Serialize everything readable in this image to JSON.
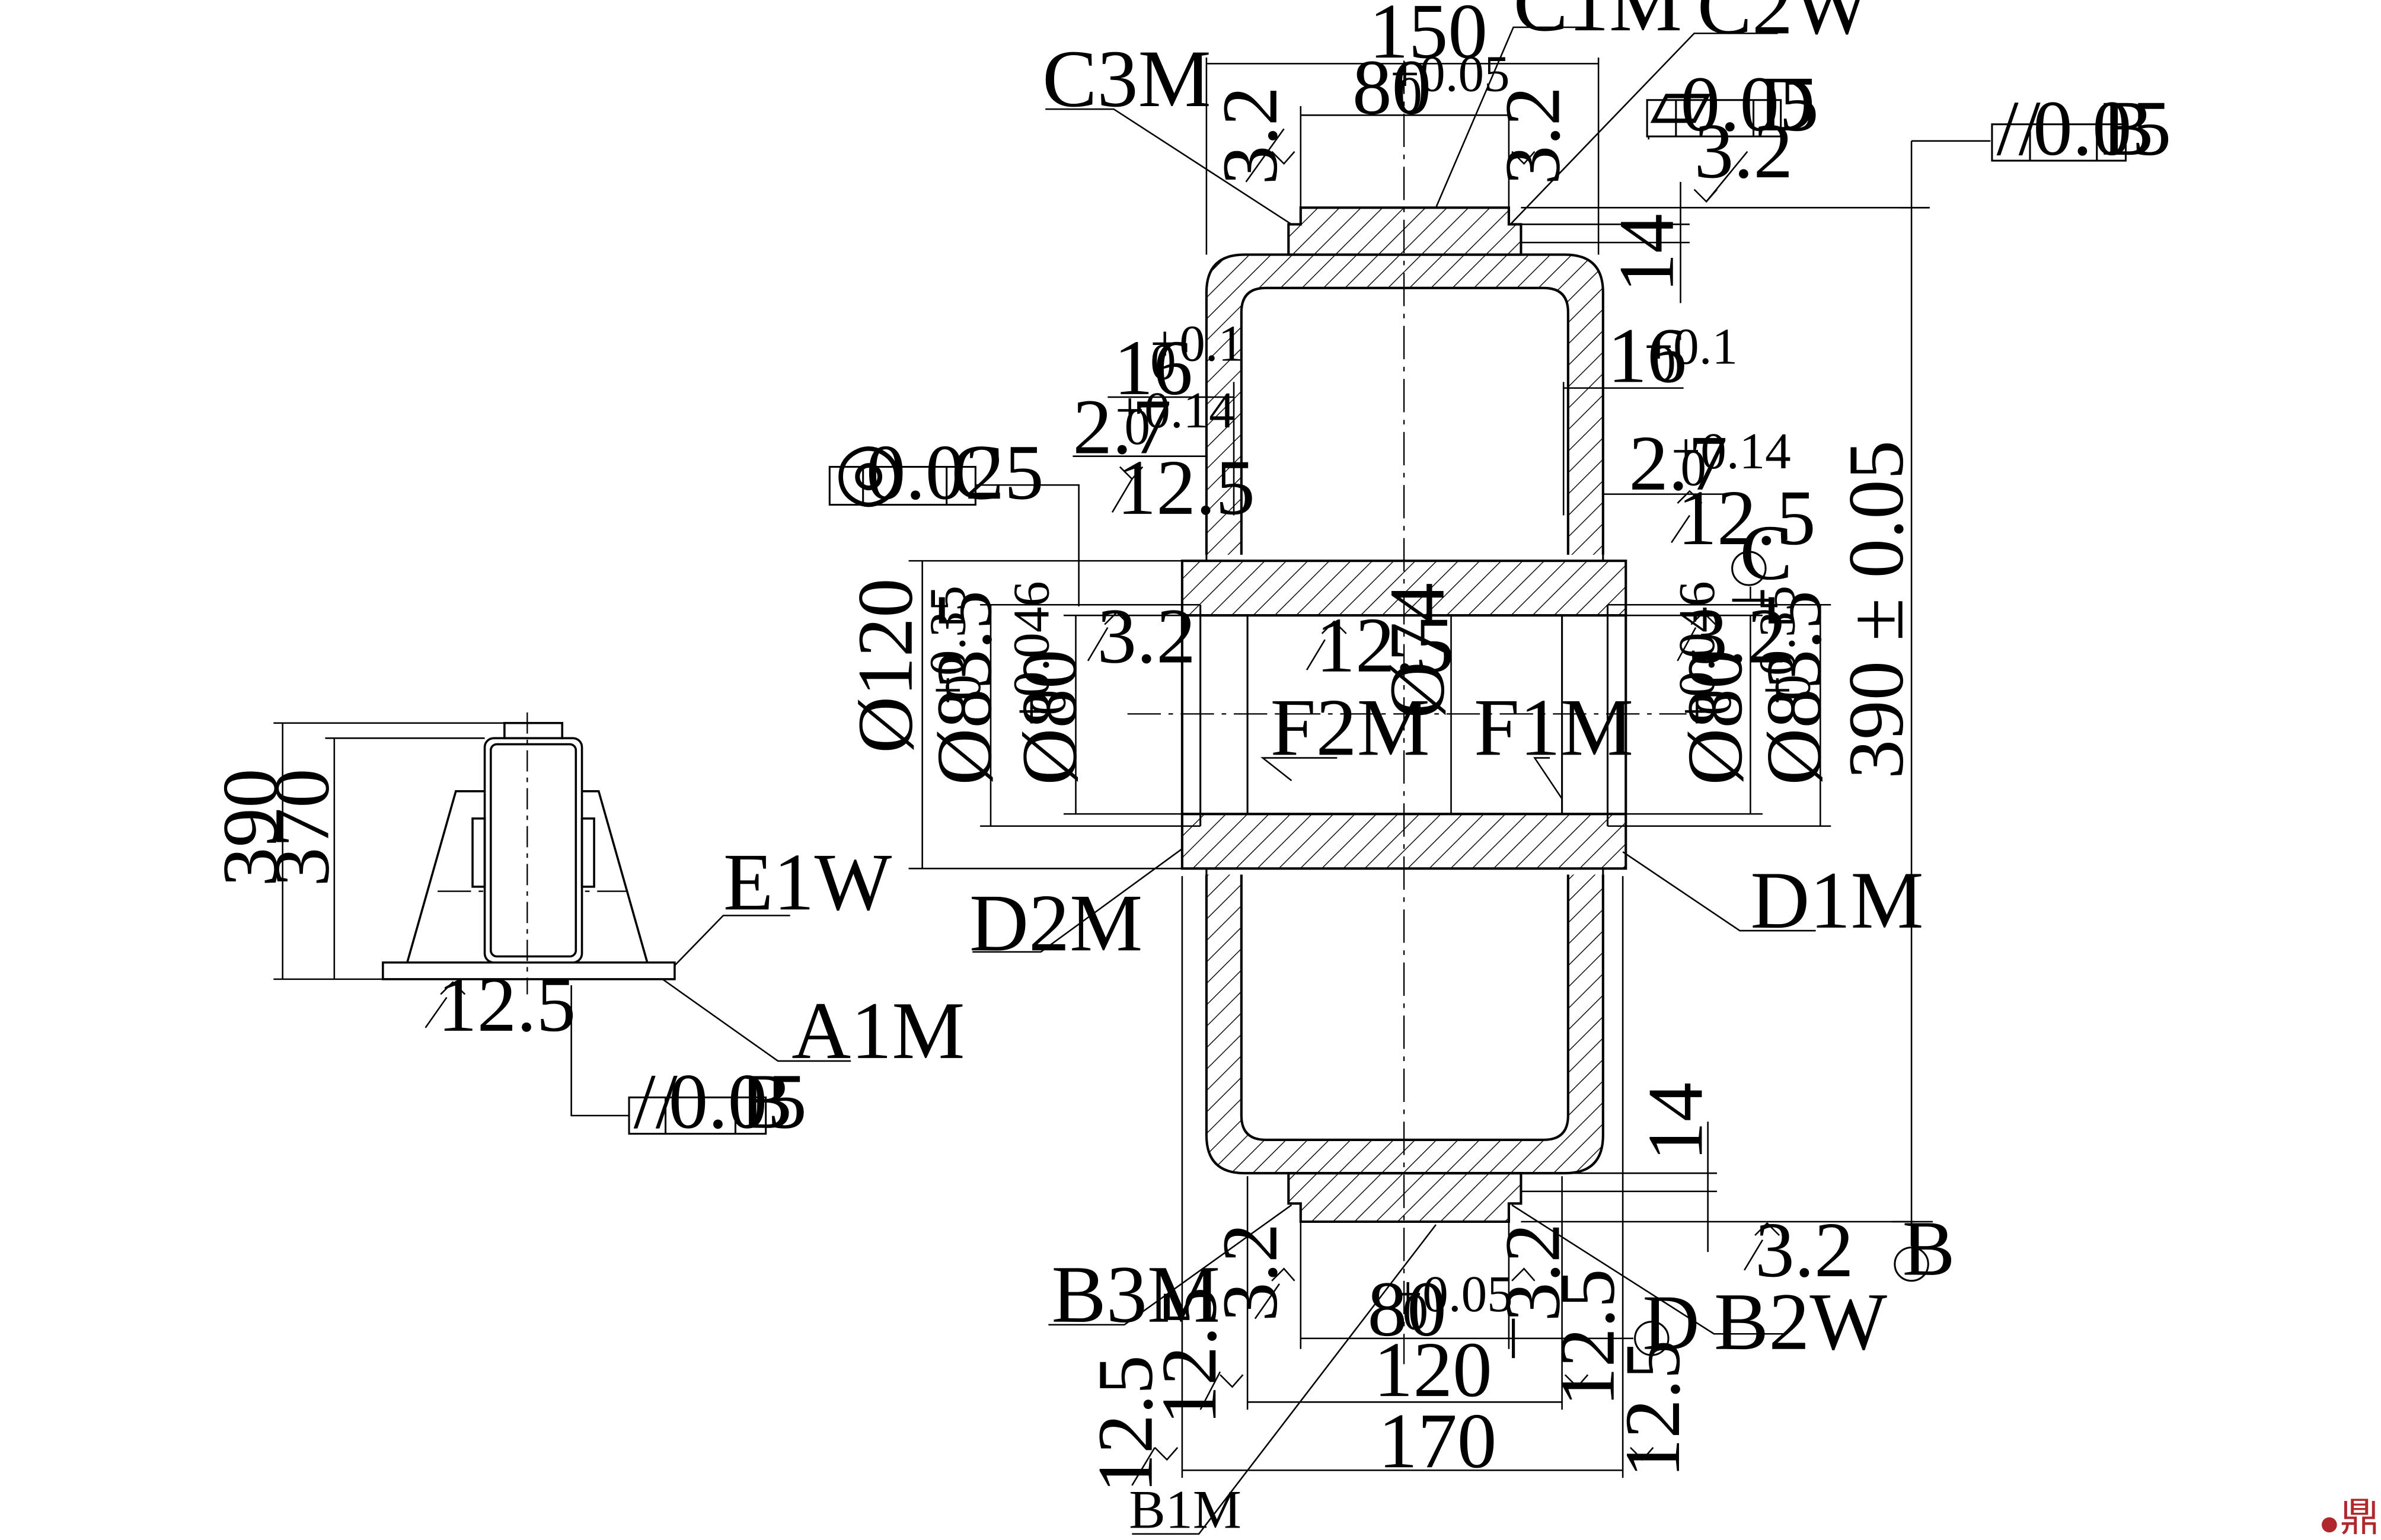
{
  "labels": {
    "c1m": "C1M",
    "c2w": "C2W",
    "c3m": "C3M",
    "b1m": "B1M",
    "b2w": "B2W",
    "b3m": "B3M",
    "d1m": "D1M",
    "d2m": "D2M",
    "f1m": "F1M",
    "f2m": "F2M",
    "e1w": "E1W",
    "a1m": "A1M"
  },
  "dimensions": {
    "width_150": "150",
    "bore_80_top": "80",
    "bore_80_top_sup": "+0.05",
    "bore_80_top_sub": "0",
    "bore_80_bottom": "80",
    "bore_80_bottom_sup": "+0.05",
    "bore_80_bottom_sub": "0",
    "d14_top": "14",
    "d14_bottom": "14",
    "d16_left": "16",
    "d16_left_sup": "+0.1",
    "d16_left_sub": "0",
    "d16_right": "16",
    "d16_right_sup": "+0.1",
    "d16_right_sub": "0",
    "d27_left": "2.7",
    "d27_left_sup": "+0.14",
    "d27_left_sub": "0",
    "d27_right": "2.7",
    "d27_right_sup": "+0.14",
    "d27_right_sub": "0",
    "dia120": "Ø120",
    "dia835_left": "Ø83.5",
    "dia835_left_sup": "+0.35",
    "dia835_left_sub": "0",
    "dia80_left": "Ø80",
    "dia80_left_sup": "+0.046",
    "dia80_left_sub": "0",
    "dia74": "Ø74",
    "dia80_right": "Ø80",
    "dia80_right_sup": "+0.046",
    "dia80_right_sub": "0",
    "dia835_right": "Ø83.5",
    "dia835_right_sup": "+0.35",
    "dia835_right_sub": "0",
    "height_390": "390 ± 0.05",
    "width_120": "120",
    "width_170": "170",
    "side_390": "390",
    "side_370": "370"
  },
  "roughness": {
    "r32_top_left": "3.2",
    "r32_top_right": "3.2",
    "r32_top_far": "3.2",
    "r125_left_sleeve": "12.5",
    "r125_right_sleeve": "12.5",
    "r32_left_hub": "3.2",
    "r125_center": "12.5",
    "r32_right_hub": "3.2",
    "r32_bottom_left": "3.2",
    "r32_bottom_right": "3.2",
    "r32_bottom_far": "3.2",
    "r125_bl1": "12.5",
    "r125_bl2": "12.5",
    "r125_br1": "12.5",
    "r125_br2": "12.5",
    "r125_side": "12.5"
  },
  "tolerance_frames": {
    "flatness_d": {
      "symbol": "⏥",
      "value": "0.05",
      "datum": "D"
    },
    "parallel_top": {
      "symbol": "//",
      "value": "0.05",
      "datum": "B"
    },
    "concentric_c": {
      "symbol": "◎",
      "value": "0.025",
      "datum": "C"
    },
    "parallel_side": {
      "symbol": "//",
      "value": "0.05",
      "datum": "B"
    }
  },
  "datums": {
    "c": "C",
    "b": "B",
    "d": "D"
  },
  "watermark": "鼎达信"
}
